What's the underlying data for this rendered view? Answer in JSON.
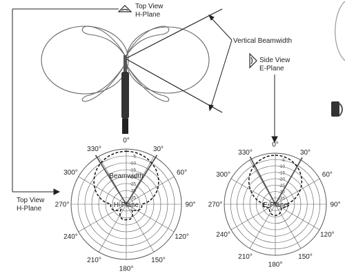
{
  "labels": {
    "top_view_top": "Top View",
    "h_plane_top": "H-Plane",
    "vertical_beamwidth": "Vertical Beamwidth",
    "side_view": "Side View",
    "e_plane": "E-Plane",
    "top_view_left": "Top View",
    "h_plane_left": "H-Plane"
  },
  "polar_h": {
    "center_label": "H-Plane",
    "beamwidth_label": "Beamwidth",
    "angles": [
      "0°",
      "30°",
      "60°",
      "90°",
      "120°",
      "150°",
      "180°",
      "210°",
      "240°",
      "270°",
      "300°",
      "330°"
    ],
    "db_ticks": [
      "-5",
      "-10",
      "-15",
      "-20",
      "-25",
      "-30",
      "-35"
    ]
  },
  "polar_e": {
    "center_label": "E-Plane",
    "angles": [
      "0°",
      "30°",
      "60°",
      "90°",
      "120°",
      "150°",
      "180°",
      "210°",
      "240°",
      "270°",
      "300°",
      "330°"
    ],
    "db_ticks": [
      "-5",
      "-10",
      "-15",
      "-20",
      "-25",
      "-30",
      "-35"
    ]
  },
  "colors": {
    "line": "#222222",
    "grid": "#555555",
    "lobe": "#666666"
  }
}
